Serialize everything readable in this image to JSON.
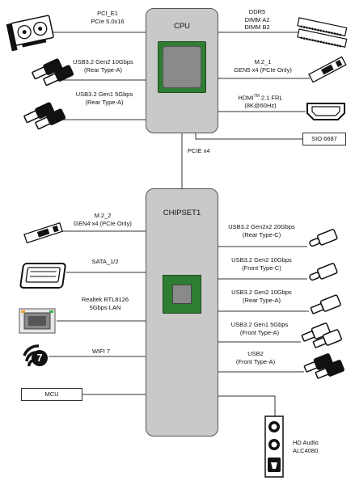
{
  "cpu": {
    "title": "CPU",
    "left_links": [
      {
        "name": "PCI_E1",
        "lines": [
          "PCI_E1",
          "PCIe 5.0x16"
        ]
      },
      {
        "name": "usb-gen2-rear-a",
        "lines": [
          "USB3.2 Gen2 10Gbps",
          "(Rear Type-A)"
        ]
      },
      {
        "name": "usb-gen1-rear-a",
        "lines": [
          "USB3.2 Gen1 5Gbps",
          "(Rear Type-A)"
        ]
      }
    ],
    "right_links": [
      {
        "name": "ddr5",
        "lines": [
          "DDR5",
          "DIMM A2",
          "DIMM B2"
        ]
      },
      {
        "name": "m2-1",
        "lines": [
          "M.2_1",
          "GEN5 x4 (PCIe Only)"
        ]
      },
      {
        "name": "hdmi",
        "lines": [
          "HDMI",
          "TM",
          " 2.1 FRL",
          "(8K@60Hz)"
        ]
      }
    ],
    "sio": "SIO 6687",
    "link_to_chipset": "PCIE x4"
  },
  "chipset": {
    "title": "CHIPSET1",
    "left_links": [
      {
        "name": "m2-2",
        "lines": [
          "M.2_2",
          "GEN4 x4 (PCIe Only)"
        ]
      },
      {
        "name": "sata",
        "lines": [
          "SATA_1/2"
        ]
      },
      {
        "name": "lan",
        "lines": [
          "Realtek RTL8126",
          "5Gbps LAN"
        ]
      },
      {
        "name": "wifi",
        "lines": [
          "WIFI 7"
        ]
      }
    ],
    "mcu": "MCU",
    "right_links": [
      {
        "name": "usb-gen2x2-rear-c",
        "lines": [
          "USB3.2 Gen2x2 20Gbps",
          "(Rear Type-C)"
        ]
      },
      {
        "name": "usb-gen2-front-c",
        "lines": [
          "USB3.2 Gen2 10Gbps",
          "(Front Type-C)"
        ]
      },
      {
        "name": "usb-gen2-rear-a2",
        "lines": [
          "USB3.2 Gen2 10Gbps",
          "(Rear Type-A)"
        ]
      },
      {
        "name": "usb-gen1-front-a",
        "lines": [
          "USB3.2 Gen1 5Gbps",
          "(Front Type-A)"
        ]
      },
      {
        "name": "usb2-front-a",
        "lines": [
          "USB2",
          "(Front Type-A)"
        ]
      }
    ],
    "audio": {
      "lines": [
        "HD Audio",
        "ALC4080"
      ]
    }
  },
  "wifi_badge": "7",
  "colors": {
    "chip_body": "#c9c9c9",
    "die_green": "#2f7d32",
    "die_core": "#8a8a8a",
    "line": "#333333"
  }
}
